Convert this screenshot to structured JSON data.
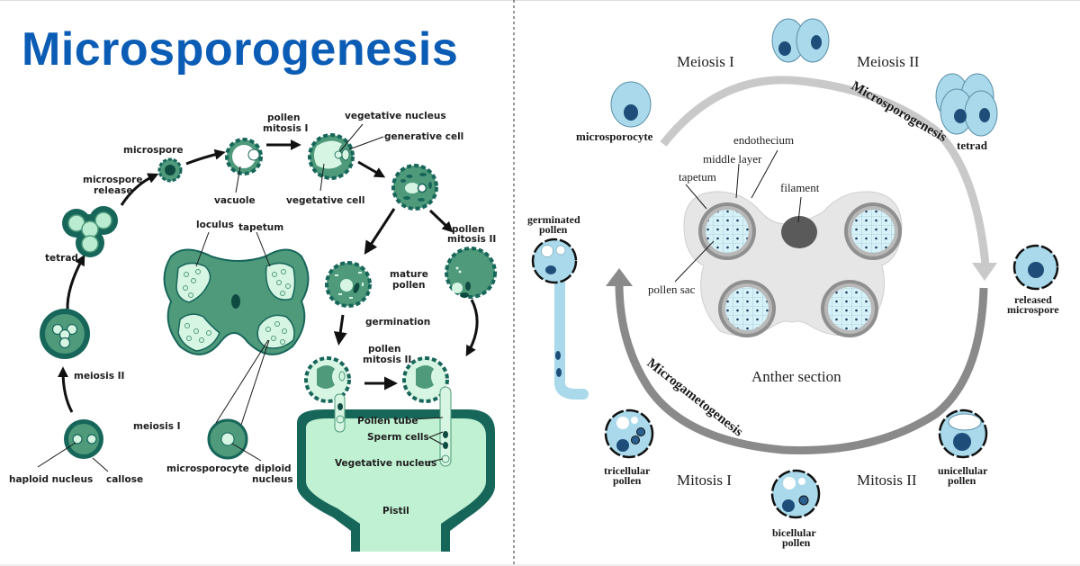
{
  "title": "Microsporogenesis",
  "colors": {
    "title_blue": "#0b5cb5",
    "dark_green": "#17665a",
    "mid_green": "#4e9a7b",
    "light_green": "#c9f0d9",
    "cell_blue": "#a9d9ea",
    "nucleus_blue": "#1e4d7a",
    "arc_light_gray": "#c9c9c9",
    "arc_dark_gray": "#8a8a8a"
  },
  "left_panel": {
    "labels": {
      "microspore": "microspore",
      "microspore_release_1": "microspore",
      "microspore_release_2": "release",
      "tetrad": "tetrad",
      "meiosis_ii": "meiosis II",
      "meiosis_i": "meiosis I",
      "haploid_nucleus": "haploid nucleus",
      "callose": "callose",
      "microsporocyte": "microsporocyte",
      "diploid_nucleus_1": "diploid",
      "diploid_nucleus_2": "nucleus",
      "vacuole": "vacuole",
      "pollen_mitosis_i_1": "pollen",
      "pollen_mitosis_i_2": "mitosis I",
      "vegetative_nucleus": "vegetative nucleus",
      "generative_cell": "generative cell",
      "vegetative_cell": "vegetative cell",
      "loculus": "loculus",
      "tapetum": "tapetum",
      "pollen_mitosis_ii_a_1": "pollen",
      "pollen_mitosis_ii_a_2": "mitosis II",
      "mature_pollen_1": "mature",
      "mature_pollen_2": "pollen",
      "germination": "germination",
      "pollen_mitosis_ii_b_1": "pollen",
      "pollen_mitosis_ii_b_2": "mitosis II",
      "pollen_tube": "Pollen tube",
      "sperm_cells": "Sperm cells",
      "vegetative_nucleus_tube": "Vegetative nucleus",
      "pistil": "Pistil"
    }
  },
  "right_panel": {
    "stages": {
      "meiosis_i": "Meiosis I",
      "meiosis_ii": "Meiosis II",
      "mitosis_i": "Mitosis I",
      "mitosis_ii": "Mitosis II"
    },
    "cells": {
      "microsporocyte": "microsporocyte",
      "tetrad": "tetrad",
      "released_microspore_1": "released",
      "released_microspore_2": "microspore",
      "unicellular_pollen_1": "unicellular",
      "unicellular_pollen_2": "pollen",
      "bicellular_pollen_1": "bicellular",
      "bicellular_pollen_2": "pollen",
      "tricellular_pollen_1": "tricellular",
      "tricellular_pollen_2": "pollen",
      "germinated_pollen_1": "germinated",
      "germinated_pollen_2": "pollen"
    },
    "arcs": {
      "microsporogenesis": "Microsporogenesis",
      "microgametogenesis": "Microgametogenesis"
    },
    "anther": {
      "caption": "Anther section",
      "endothecium": "endothecium",
      "middle_layer": "middle layer",
      "tapetum": "tapetum",
      "filament": "filament",
      "pollen_sac": "pollen sac"
    }
  }
}
